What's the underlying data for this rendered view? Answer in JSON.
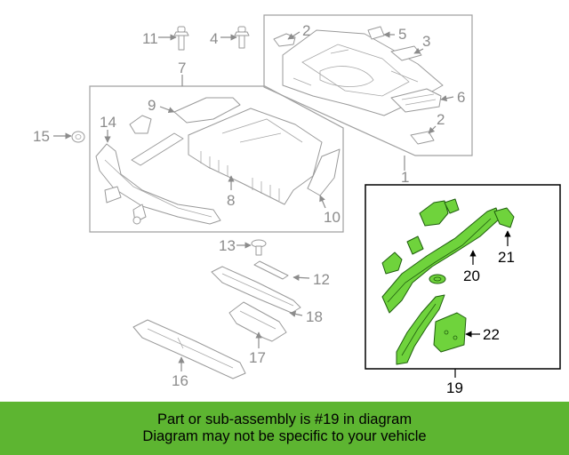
{
  "callouts": {
    "c1": "1",
    "c2a": "2",
    "c2b": "2",
    "c3": "3",
    "c4": "4",
    "c5": "5",
    "c6": "6",
    "c7": "7",
    "c8": "8",
    "c9": "9",
    "c10": "10",
    "c11": "11",
    "c12": "12",
    "c13": "13",
    "c14": "14",
    "c15": "15",
    "c16": "16",
    "c17": "17",
    "c18": "18",
    "c19": "19",
    "c20": "20",
    "c21": "21",
    "c22": "22"
  },
  "highlight": {
    "group_callout": "19",
    "color": "#6fd33c",
    "box_color": "#000000"
  },
  "banner": {
    "line1": "Part or sub-assembly is #19 in diagram",
    "line2": "Diagram may not be specific to your vehicle",
    "background": "#5db531"
  }
}
